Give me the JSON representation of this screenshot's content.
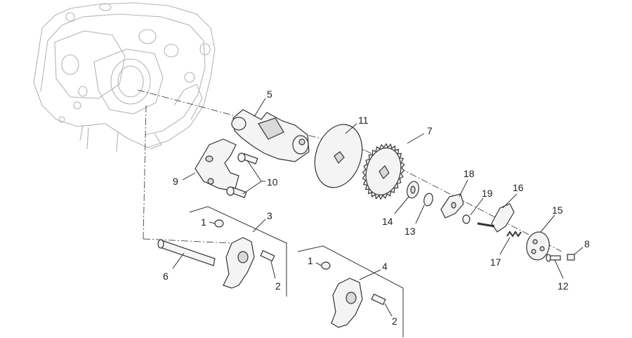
{
  "diagram": {
    "callouts": [
      {
        "id": "c5",
        "text": "5"
      },
      {
        "id": "c11",
        "text": "11"
      },
      {
        "id": "c7",
        "text": "7"
      },
      {
        "id": "c9",
        "text": "9"
      },
      {
        "id": "c10",
        "text": "10"
      },
      {
        "id": "c18",
        "text": "18"
      },
      {
        "id": "c19",
        "text": "19"
      },
      {
        "id": "c16",
        "text": "16"
      },
      {
        "id": "c14",
        "text": "14"
      },
      {
        "id": "c13",
        "text": "13"
      },
      {
        "id": "c15",
        "text": "15"
      },
      {
        "id": "c8",
        "text": "8"
      },
      {
        "id": "c17",
        "text": "17"
      },
      {
        "id": "c12",
        "text": "12"
      },
      {
        "id": "c3",
        "text": "3"
      },
      {
        "id": "c1a",
        "text": "1"
      },
      {
        "id": "c6",
        "text": "6"
      },
      {
        "id": "c2a",
        "text": "2"
      },
      {
        "id": "c4",
        "text": "4"
      },
      {
        "id": "c1b",
        "text": "1"
      },
      {
        "id": "c2b",
        "text": "2"
      }
    ]
  }
}
